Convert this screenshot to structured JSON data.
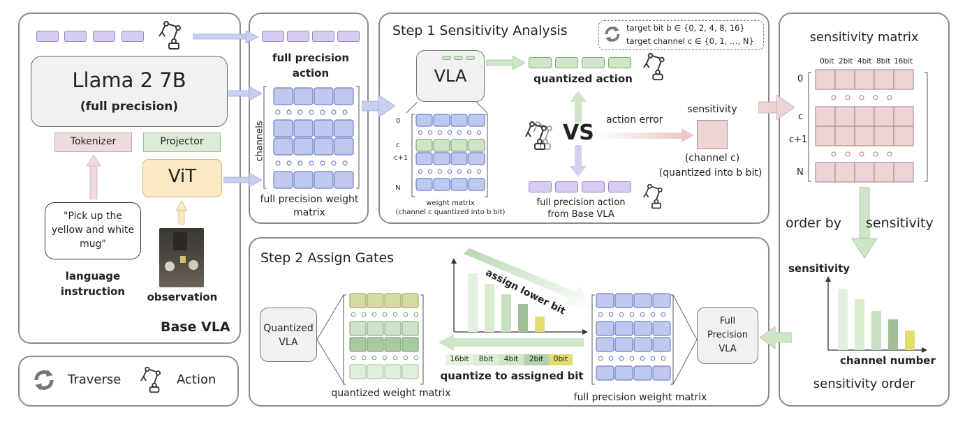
{
  "base_vla": {
    "title": "Base VLA",
    "llama_title": "Llama 2 7B",
    "llama_sub": "(full precision)",
    "tokenizer": "Tokenizer",
    "projector": "Projector",
    "vit": "ViT",
    "instruction_text": "\"Pick up the yellow and white mug\"",
    "language_label": "language instruction",
    "observation_label": "observation"
  },
  "full_precision": {
    "action_label": "full precision action",
    "channels_label": "channels",
    "weight_label": "full precision weight matrix"
  },
  "step1": {
    "title": "Step 1 Sensitivity Analysis",
    "target_bit": "target bit b ∈ {0, 2, 4, 8, 16}",
    "target_channel": "target channel c ∈ {0, 1, …, N}",
    "vla": "VLA",
    "quantized_action": "quantized action",
    "vs": "VS",
    "action_error": "action error",
    "sensitivity": "sensitivity",
    "channel_c": "(channel c)",
    "quantized_into": "(quantized into b bit)",
    "weight_matrix": "weight matrix",
    "weight_matrix_sub": "(channel c quantized into b bit)",
    "fp_action": "full precision action",
    "from_base": "from Base VLA",
    "row_0": "0",
    "row_c": "c",
    "row_c1": "c+1",
    "row_n": "N"
  },
  "sens_matrix": {
    "title": "sensitivity matrix",
    "cols": [
      "0bit",
      "2bit",
      "4bit",
      "8bit",
      "16bit"
    ],
    "row_0": "0",
    "row_c": "c",
    "row_c1": "c+1",
    "row_n": "N",
    "order_by": "order by",
    "order_sens": "sensitivity",
    "chart_ylabel": "sensitivity",
    "chart_xlabel": "channel number",
    "order_title": "sensitivity order"
  },
  "step2": {
    "title": "Step 2 Assign Gates",
    "quantized_vla": "Quantized VLA",
    "full_precision_vla": "Full Precision VLA",
    "assign_lower": "assign lower bit",
    "bits": [
      "16bit",
      "8bit",
      "4bit",
      "2bit",
      "0bit"
    ],
    "quantize_to": "quantize to assigned bit",
    "quantized_weight": "quantized weight matrix",
    "fp_weight": "full precision weight matrix"
  },
  "legend": {
    "traverse": "Traverse",
    "action": "Action"
  },
  "colors": {
    "blue": "#bfc8ee",
    "green": "#cfe5c8",
    "purple": "#d8ccf1",
    "pink": "#ecd4d4",
    "yellow": "#e3dc6e"
  }
}
